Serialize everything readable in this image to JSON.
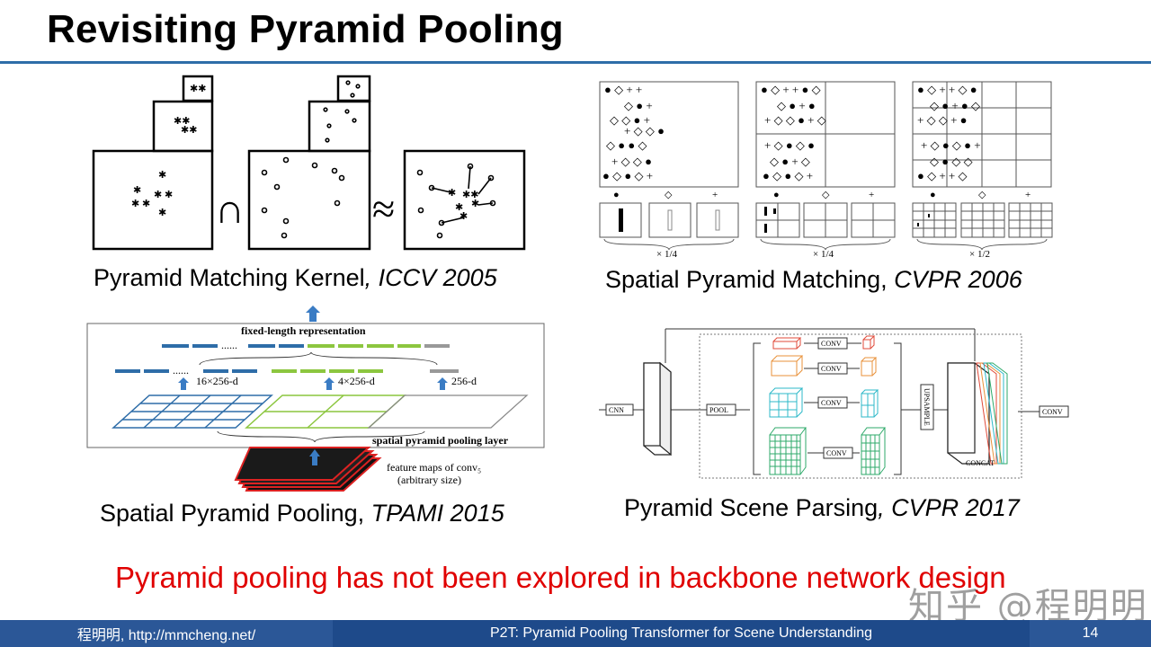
{
  "slide": {
    "title": "Revisiting Pyramid Pooling",
    "statement": "Pyramid pooling has not been explored in backbone network design",
    "watermark": "知乎 @程明明"
  },
  "figures": {
    "pmk": {
      "caption_name": "Pyramid Matching Kernel",
      "caption_venue": ", ICCV 2005",
      "intersect_symbol": "∩",
      "approx_symbol": "≈"
    },
    "spm": {
      "caption_name": "Spatial Pyramid Matching, ",
      "caption_venue": "CVPR 2006",
      "scales": [
        "× 1/4",
        "× 1/4",
        "× 1/2"
      ]
    },
    "spp": {
      "caption_name": "Spatial Pyramid Pooling, ",
      "caption_venue": "TPAMI 2015",
      "fixed_label": "fixed-length representation",
      "dims": [
        "16×256-d",
        "4×256-d",
        "256-d"
      ],
      "layer_label": "spatial pyramid pooling layer",
      "feature_label_1": "feature maps of conv₅",
      "feature_label_2": "(arbitrary size)"
    },
    "psp": {
      "caption_name": "Pyramid Scene Parsing",
      "caption_venue": ", CVPR 2017",
      "cnn": "CNN",
      "pool": "POOL",
      "conv": "CONV",
      "upsample": "UPSAMPLE",
      "concat": "CONCAT",
      "colors": [
        "#e04a3a",
        "#e8913a",
        "#2cb8c8",
        "#2eaa6a"
      ]
    }
  },
  "footer": {
    "author": "程明明, http://mmcheng.net/",
    "paper": "P2T: Pyramid Pooling Transformer for Scene Understanding",
    "page": "14"
  }
}
